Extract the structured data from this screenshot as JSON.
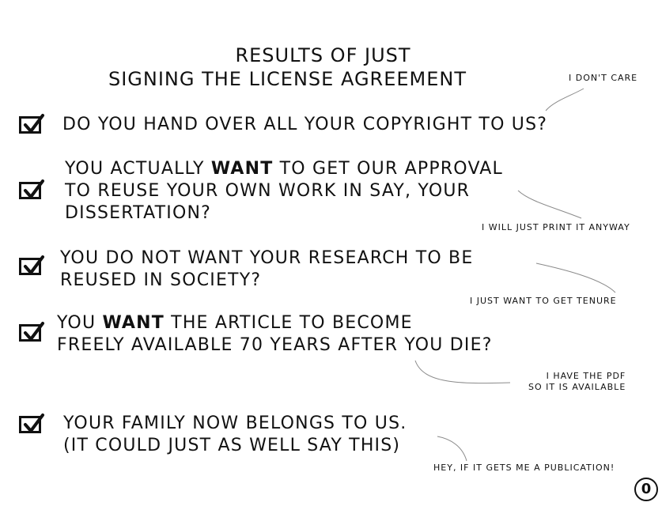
{
  "title": {
    "line1": "Results of just",
    "line2": "signing the license agreement"
  },
  "items": [
    {
      "lines": [
        "Do you hand over all your copyright to us?"
      ],
      "checked": true,
      "note": [
        "I don't care"
      ]
    },
    {
      "lines": [
        "You actually ",
        "want",
        " to get our approval",
        "to reuse your own work in say, your",
        "dissertation?"
      ],
      "checked": true,
      "note": [
        "I will just print it anyway"
      ]
    },
    {
      "lines": [
        "You do not want your research to be",
        "reused in society?"
      ],
      "checked": true,
      "note": [
        "I just want to get tenure"
      ]
    },
    {
      "lines": [
        "You ",
        "want",
        " the article to become",
        "freely available 70 years after you die?"
      ],
      "checked": true,
      "note": [
        "I have the PDF",
        "so it is available"
      ]
    },
    {
      "lines": [
        "Your family now belongs to us.",
        "(It could just as well say this)"
      ],
      "checked": true,
      "note": [
        "Hey, if it gets me a publication!"
      ]
    }
  ],
  "logo": {
    "symbol": "0",
    "meaning": "no-copyright-icon"
  },
  "colors": {
    "ink": "#111111",
    "connector": "#8a8a8a",
    "background": "#ffffff"
  }
}
